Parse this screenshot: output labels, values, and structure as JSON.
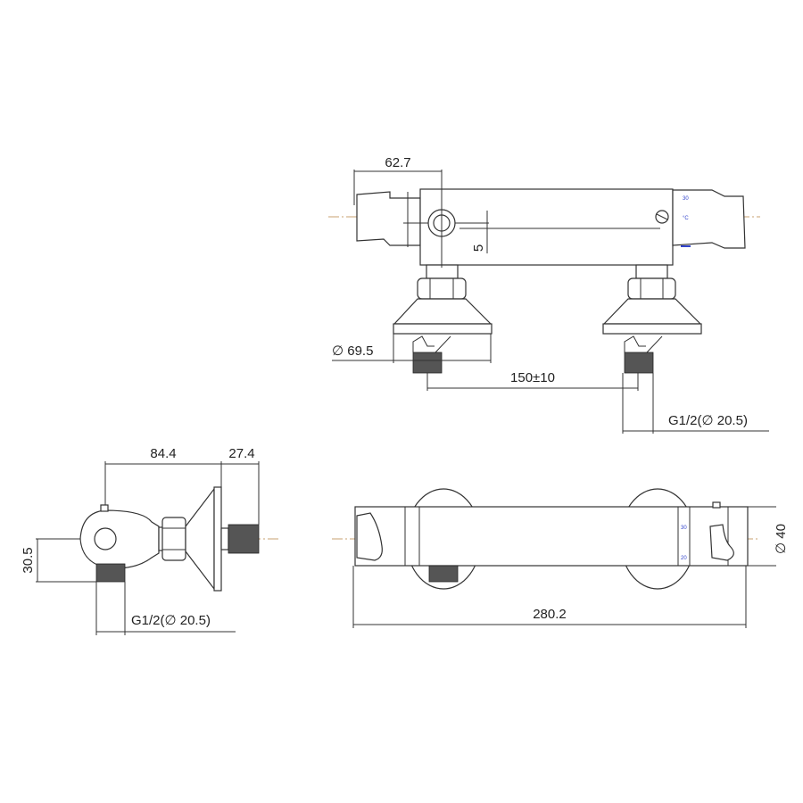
{
  "top_view": {
    "dim_width": "62.7",
    "dim_offset": "5",
    "dim_flange": "∅ 69.5",
    "dim_centers": "150±10",
    "dim_thread": "G1/2(∅ 20.5)"
  },
  "side_view": {
    "dim_depth": "84.4",
    "dim_flange": "27.4",
    "dim_height": "30.5",
    "dim_thread": "G1/2(∅ 20.5)"
  },
  "front_view": {
    "dim_length": "280.2",
    "dim_diameter": "∅ 40",
    "scale_marks": [
      "30",
      "20"
    ]
  },
  "colors": {
    "line": "#333333",
    "centerline": "#c8a070",
    "scale": "#3344cc"
  }
}
